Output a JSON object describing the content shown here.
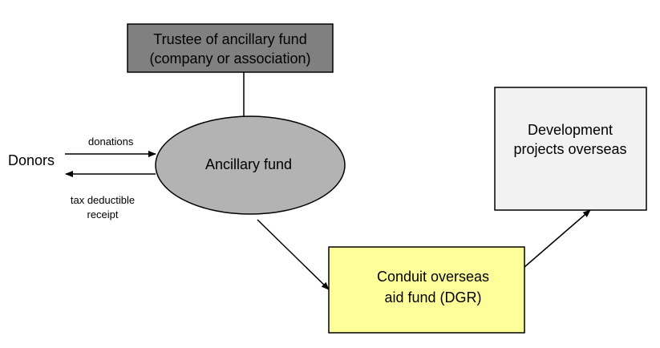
{
  "trustee": {
    "line1": "Trustee of ancillary fund",
    "line2": "(company or association)"
  },
  "fund": {
    "label": "Ancillary fund"
  },
  "donors": {
    "label": "Donors"
  },
  "donations": {
    "label": "donations"
  },
  "receipt": {
    "line1": "tax deductible",
    "line2": "receipt"
  },
  "conduit": {
    "line1": "Conduit overseas",
    "line2": "aid fund (DGR)"
  },
  "projects": {
    "line1": "Development",
    "line2": "projects overseas"
  },
  "colors": {
    "trustee_fill": "#808080",
    "fund_fill": "#b3b3b3",
    "conduit_fill": "#ffff99",
    "projects_fill": "#f2f2f2",
    "stroke": "#000000"
  }
}
